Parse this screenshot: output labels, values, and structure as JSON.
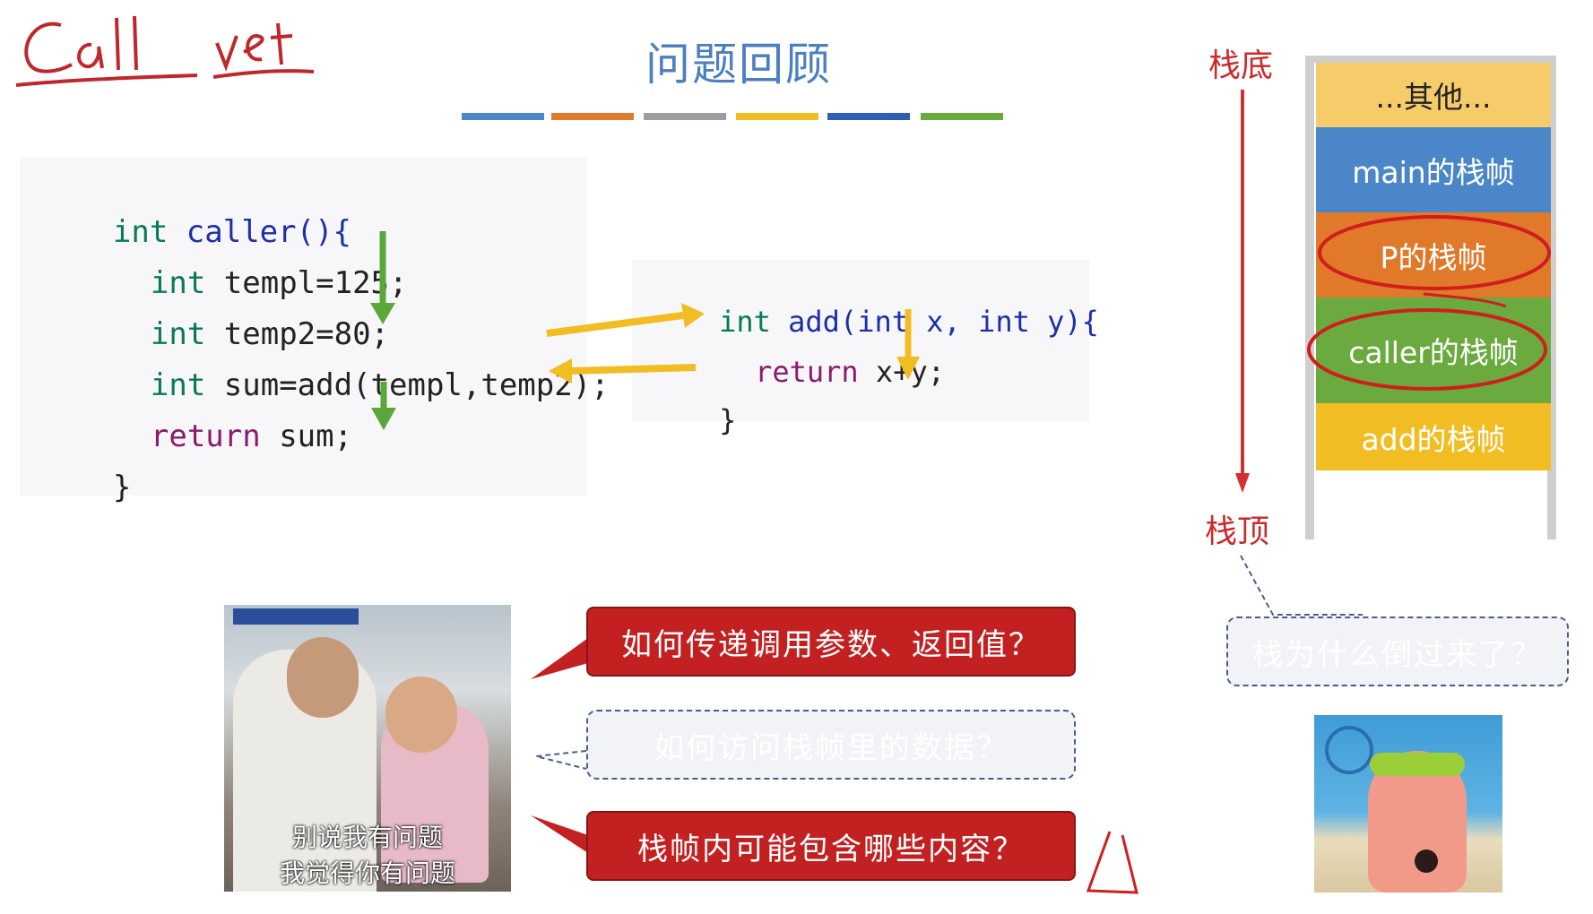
{
  "slide": {
    "handwriting": "Call ret",
    "title": "问题回顾",
    "title_bar_colors": [
      "#4a86c8",
      "#e07a2a",
      "#9e9e9e",
      "#f2bd23",
      "#2f5fb5",
      "#6aaa3f"
    ]
  },
  "code_caller": {
    "lines": [
      {
        "kw": "int",
        "rest": " caller(){"
      },
      {
        "kw": "int",
        "rest": " templ=125;"
      },
      {
        "kw": "int",
        "rest": " temp2=80;"
      },
      {
        "kw": "int",
        "rest": " sum=add(templ,temp2);"
      },
      {
        "kw": "return",
        "rest": " sum;"
      },
      {
        "kw": "",
        "rest": "}"
      }
    ]
  },
  "code_add": {
    "lines": [
      {
        "kw": "int",
        "rest": " add(int x, int y){"
      },
      {
        "kw": "return",
        "rest": " x+y;"
      },
      {
        "kw": "",
        "rest": "}"
      }
    ]
  },
  "stack": {
    "bottom_label": "栈底",
    "top_label": "栈顶",
    "frames": [
      {
        "label": "...其他...",
        "color": "#f6cc6a",
        "text_color": "#222222"
      },
      {
        "label": "main的栈帧",
        "color": "#4a86c8",
        "text_color": "#ffffff"
      },
      {
        "label": "P的栈帧",
        "color": "#e07a2a",
        "text_color": "#ffffff"
      },
      {
        "label": "caller的栈帧",
        "color": "#6aaa3f",
        "text_color": "#ffffff"
      },
      {
        "label": "add的栈帧",
        "color": "#f2bd23",
        "text_color": "#ffffff"
      }
    ]
  },
  "meme_left": {
    "caption_line1": "别说我有问题",
    "caption_line2": "我觉得你有问题"
  },
  "questions": {
    "q1": "如何传递调用参数、返回值？",
    "q2": "如何访问栈帧里的数据？",
    "q3": "栈帧内可能包含哪些内容？",
    "q4": "栈为什么倒过来了？"
  },
  "colors": {
    "accent_red": "#c32121",
    "arrow_green": "#5aa83a",
    "arrow_yellow": "#f2bd23",
    "annot_red": "#cc2a2a"
  }
}
